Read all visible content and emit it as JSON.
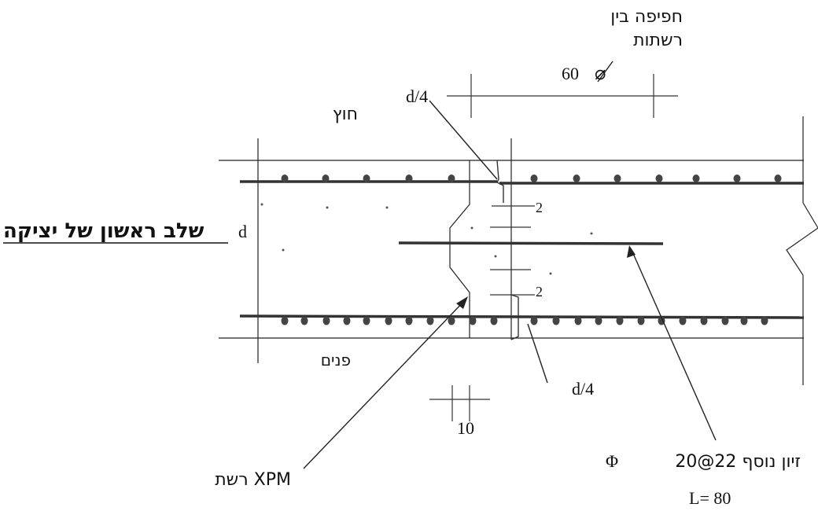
{
  "labels": {
    "overlap_line1": "חפיפה בין",
    "overlap_line2": "רשתות",
    "overlap_value": "60",
    "diameter_symbol": "⌀",
    "d_over_4_top": "d/4",
    "outside": "חוץ",
    "stage_title": "שלב ראשון של יציקה",
    "thickness": "d",
    "offset_top": "2",
    "offset_bottom": "2",
    "inside": "פנים",
    "d_over_4_bottom": "d/4",
    "gap_value": "10",
    "xpm_mesh": "רשת XPM",
    "extra_rebar": "זיון נוסף 22@20",
    "rebar_symbol": "Φ",
    "length": "L= 80"
  }
}
